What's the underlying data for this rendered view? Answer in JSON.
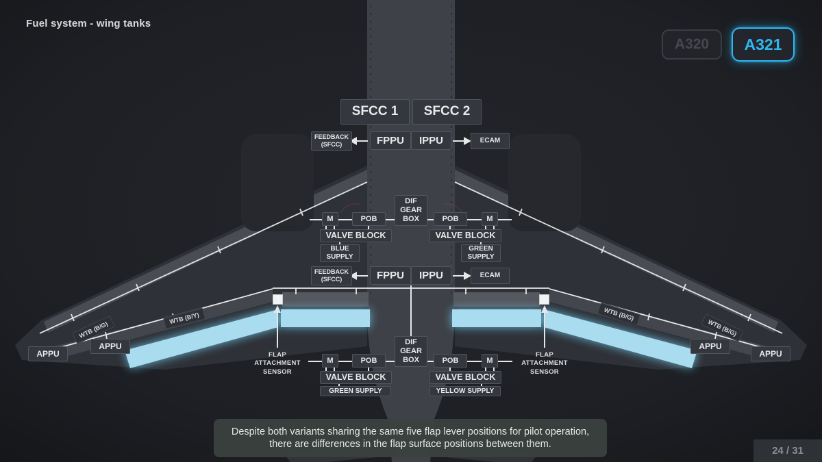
{
  "app": {
    "title": "Fuel system - wing tanks"
  },
  "variant_toggle": {
    "inactive": {
      "label": "A320"
    },
    "active": {
      "label": "A321"
    },
    "active_color": "#2eb8f0"
  },
  "diagram": {
    "sfcc1": "SFCC 1",
    "sfcc2": "SFCC 2",
    "feedback": "FEEDBACK\n(SFCC)",
    "fppu": "FPPU",
    "ippu": "IPPU",
    "ecam": "ECAM",
    "dif_gear_box": "DIF\nGEAR\nBOX",
    "motor": "M",
    "pob": "POB",
    "valve_block": "VALVE BLOCK",
    "blue_supply": "BLUE\nSUPPLY",
    "green_supply_wrapped": "GREEN\nSUPPLY",
    "green_supply": "GREEN SUPPLY",
    "yellow_supply": "YELLOW SUPPLY",
    "appu": "APPU",
    "flap_attachment_sensor": "FLAP\nATTACHMENT\nSENSOR",
    "wtb_bg": "WTB (B/G)",
    "wtb_by": "WTB (B/Y)"
  },
  "caption": {
    "text": "Despite both variants sharing the same five flap lever positions for pilot operation,\nthere are differences in the flap surface positions between them."
  },
  "pagination": {
    "label": "24 / 31"
  },
  "colors": {
    "flap_highlight": "#a8dcee",
    "accent": "#2eb8f0",
    "box_fill": "#34373d"
  }
}
